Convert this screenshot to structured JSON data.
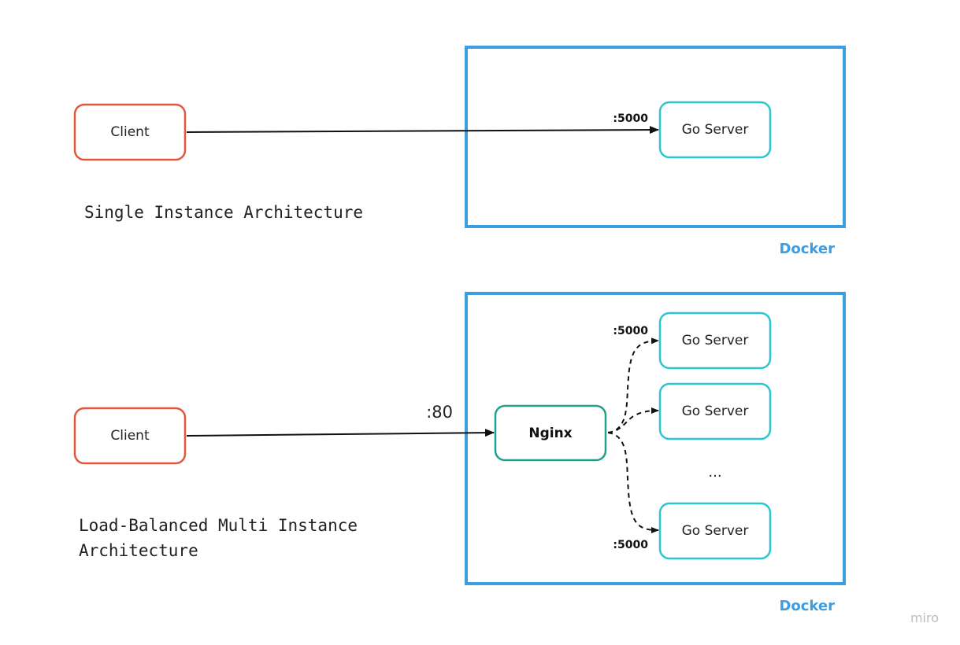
{
  "colors": {
    "client_border": "#e0573d",
    "docker_border": "#3c9de0",
    "go_server_border": "#2cc6d0",
    "nginx_border": "#22a08e",
    "docker_label": "#3c9de0",
    "arrow": "#111111",
    "brand": "#bdbdbd"
  },
  "single": {
    "client_label": "Client",
    "go_server_label": "Go Server",
    "port_label": ":5000",
    "docker_label": "Docker",
    "caption": "Single Instance Architecture"
  },
  "multi": {
    "client_label": "Client",
    "nginx_label": "Nginx",
    "client_port_label": ":80",
    "go_servers": [
      {
        "label": "Go Server",
        "port_label": ":5000"
      },
      {
        "label": "Go Server",
        "port_label": ""
      },
      {
        "label": "Go Server",
        "port_label": ":5000"
      }
    ],
    "ellipsis": "...",
    "docker_label": "Docker",
    "caption_line1": "Load-Balanced Multi Instance",
    "caption_line2": "Architecture"
  },
  "brand": "miro"
}
